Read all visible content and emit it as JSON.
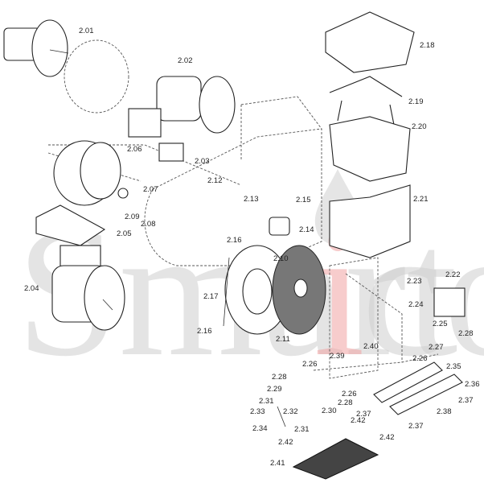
{
  "watermark": {
    "text_main": "Smart",
    "text_accent": "i",
    "text_tail": "co",
    "accent_color": "#f2a3a3"
  },
  "labels": [
    "2.01",
    "2.02",
    "2.06",
    "2.03",
    "2.07",
    "2.09",
    "2.08",
    "2.12",
    "2.13",
    "2.15",
    "2.14",
    "2.05",
    "2.16",
    "2.10",
    "2.04",
    "2.17",
    "2.16",
    "2.11",
    "2.18",
    "2.19",
    "2.20",
    "2.21",
    "2.22",
    "2.23",
    "2.24",
    "2.25",
    "2.28",
    "2.27",
    "2.26",
    "2.39",
    "2.40",
    "2.26",
    "2.28",
    "2.29",
    "2.31",
    "2.26",
    "2.28",
    "2.33",
    "2.32",
    "2.30",
    "2.31",
    "2.34",
    "2.35",
    "2.36",
    "2.37",
    "2.38",
    "2.37",
    "2.37",
    "2.42",
    "2.42",
    "2.42",
    "2.41"
  ]
}
